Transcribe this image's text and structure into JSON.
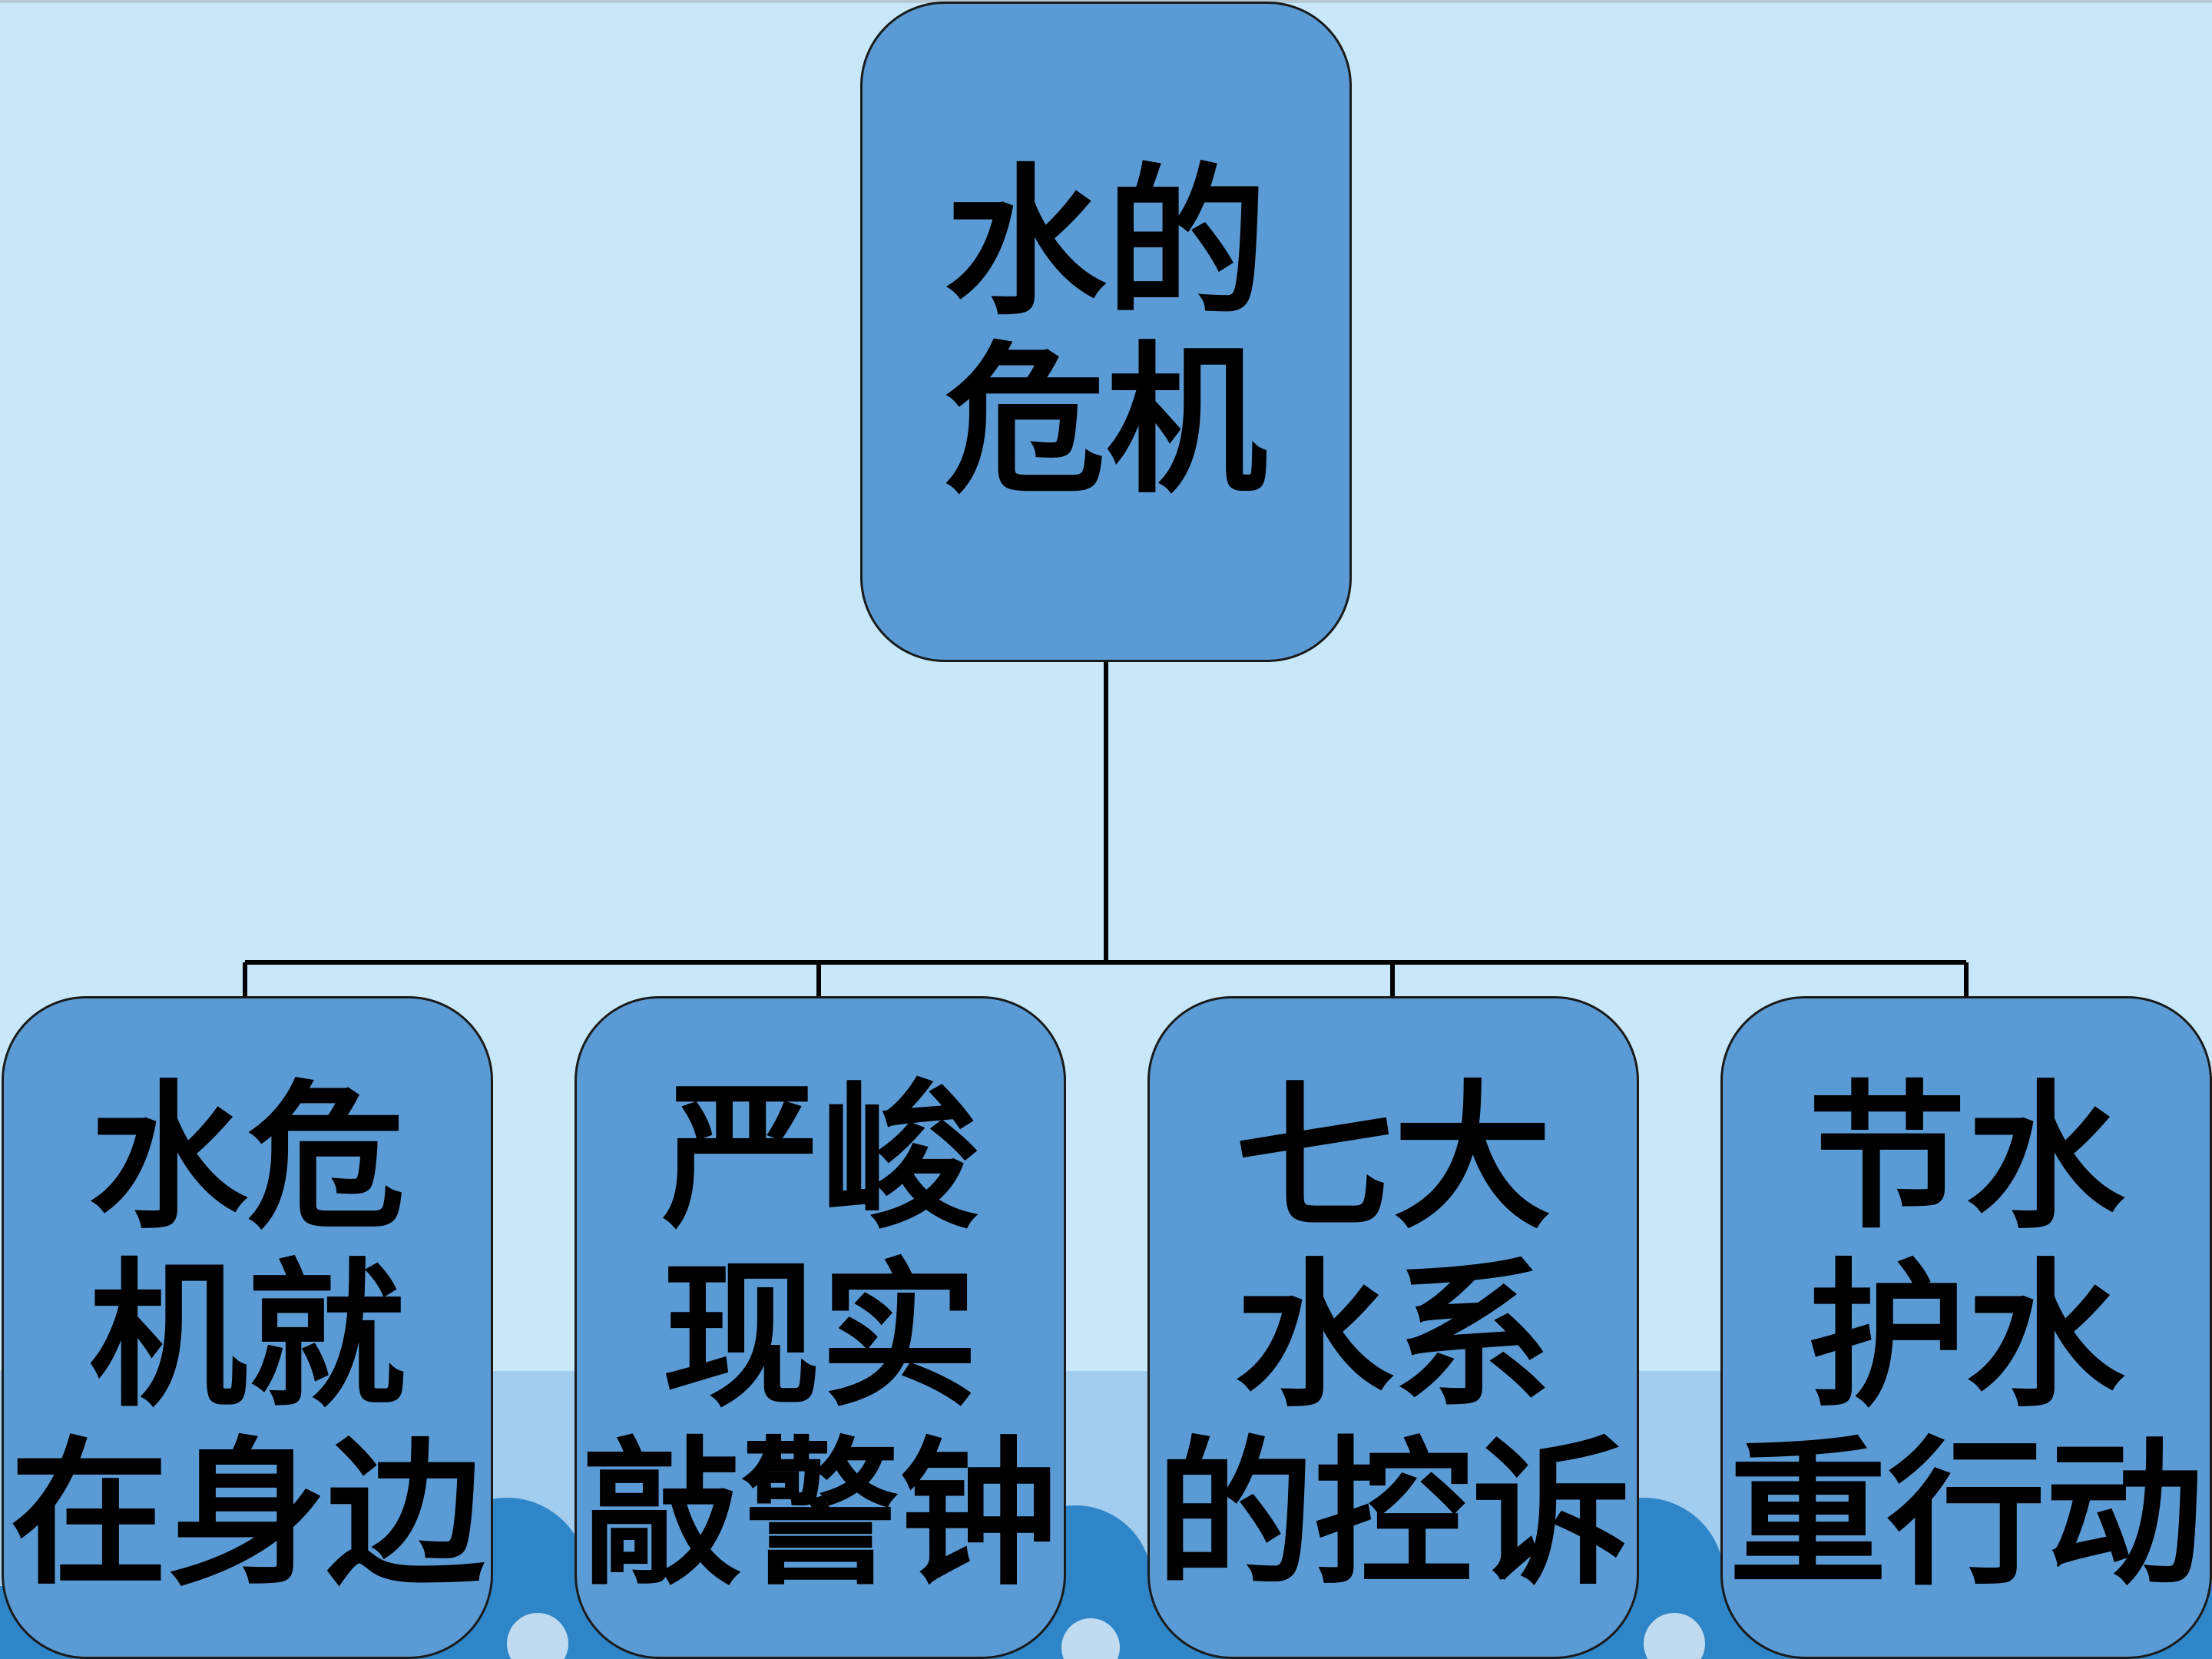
{
  "diagram": {
    "root": {
      "lines": [
        "水的",
        "危机"
      ]
    },
    "children": [
      {
        "id": "child-1",
        "lines": [
          "水危",
          "机就",
          "在身边"
        ]
      },
      {
        "id": "child-2",
        "lines": [
          "严峻",
          "现实",
          "敲警钟"
        ]
      },
      {
        "id": "child-3",
        "lines": [
          "七大",
          "水系",
          "的控诉"
        ]
      },
      {
        "id": "child-4",
        "lines": [
          "节水",
          "护水",
          "重行动"
        ]
      }
    ]
  },
  "colors": {
    "background": "#c8e8f9",
    "box_fill": "#5b9bd5",
    "box_border": "#1a1a1a",
    "connector": "#000000",
    "wave_light": "#a3cdee",
    "wave_dark": "#2e86c9"
  }
}
